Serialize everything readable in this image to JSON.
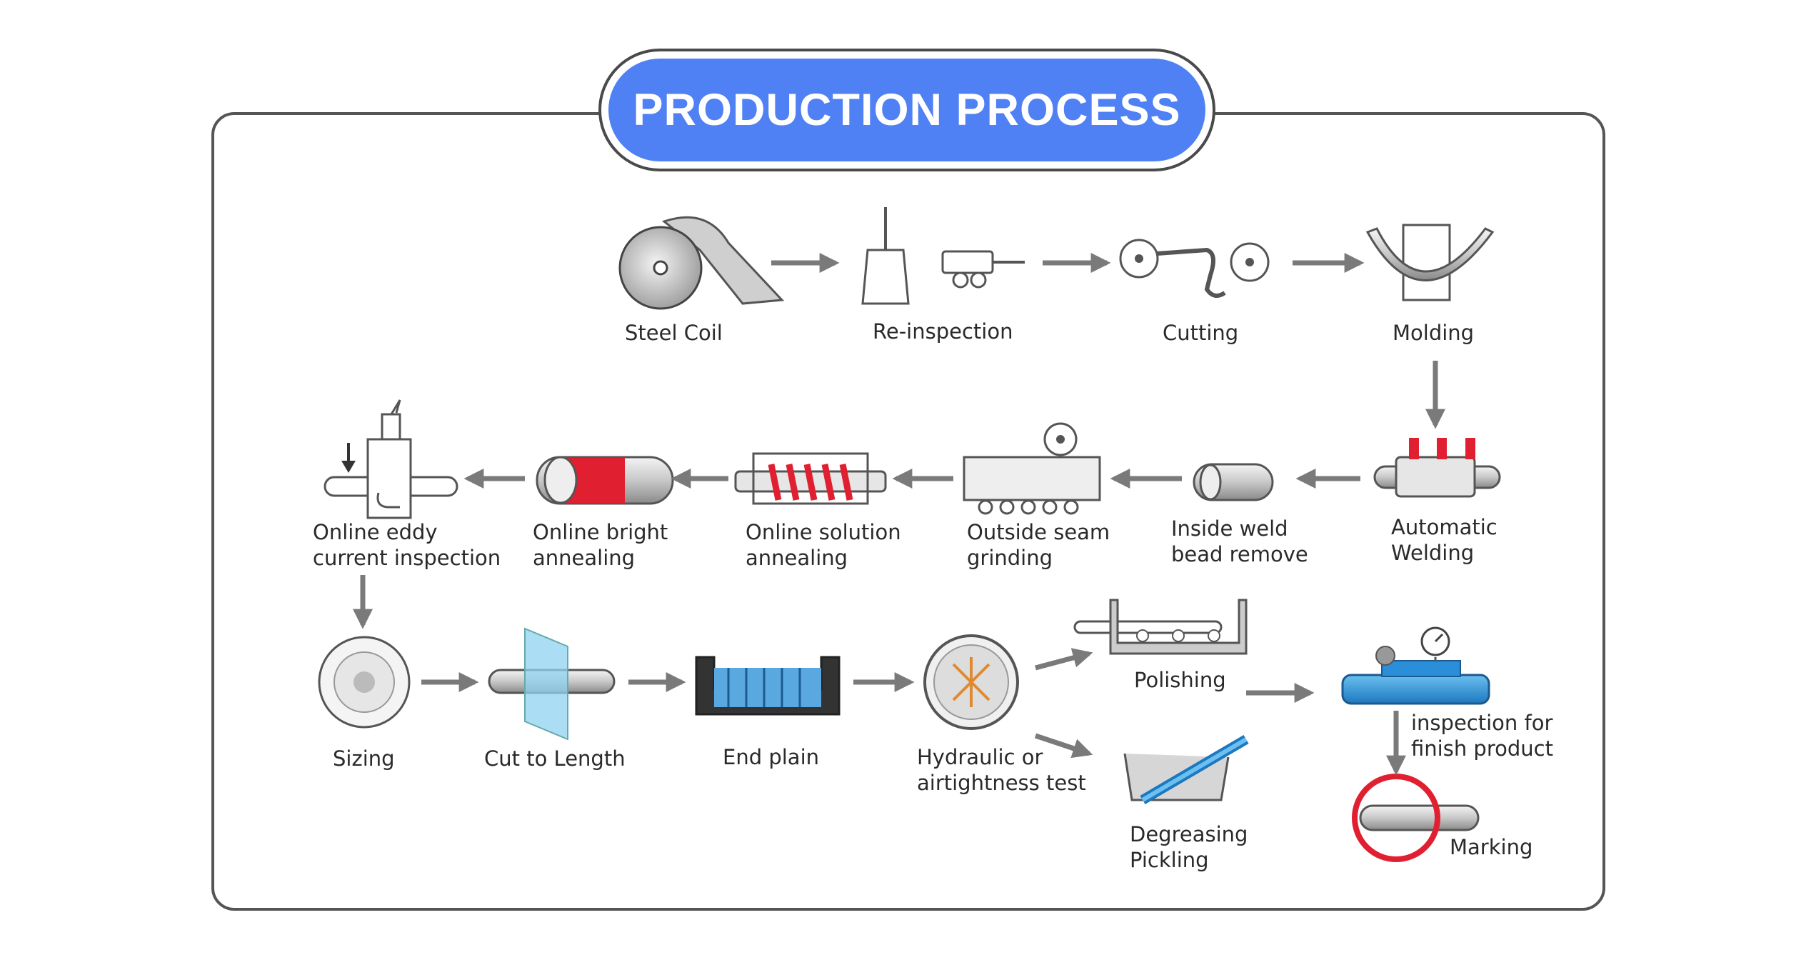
{
  "header": {
    "title": "PRODUCTION PROCESS"
  },
  "colors": {
    "accent": "#4f81f4",
    "red": "#e02030",
    "blue": "#2a8fd8",
    "arrow": "#7a7a7a"
  },
  "steps": {
    "steel_coil": "Steel Coil",
    "re_inspection": "Re-inspection",
    "cutting": "Cutting",
    "molding": "Molding",
    "automatic_welding": "Automatic\nWelding",
    "inside_weld": "Inside weld\nbead remove",
    "outside_seam": "Outside seam\ngrinding",
    "solution_annealing": "Online solution\nannealing",
    "bright_annealing": "Online bright\nannealing",
    "eddy_current": "Online eddy\ncurrent inspection",
    "sizing": "Sizing",
    "cut_to_length": "Cut to Length",
    "end_plain": "End plain",
    "hydraulic": "Hydraulic or\nairtightness test",
    "polishing": "Polishing",
    "degreasing": "Degreasing\nPickling",
    "inspection_finish": "inspection for\nfinish product",
    "marking": "Marking"
  }
}
